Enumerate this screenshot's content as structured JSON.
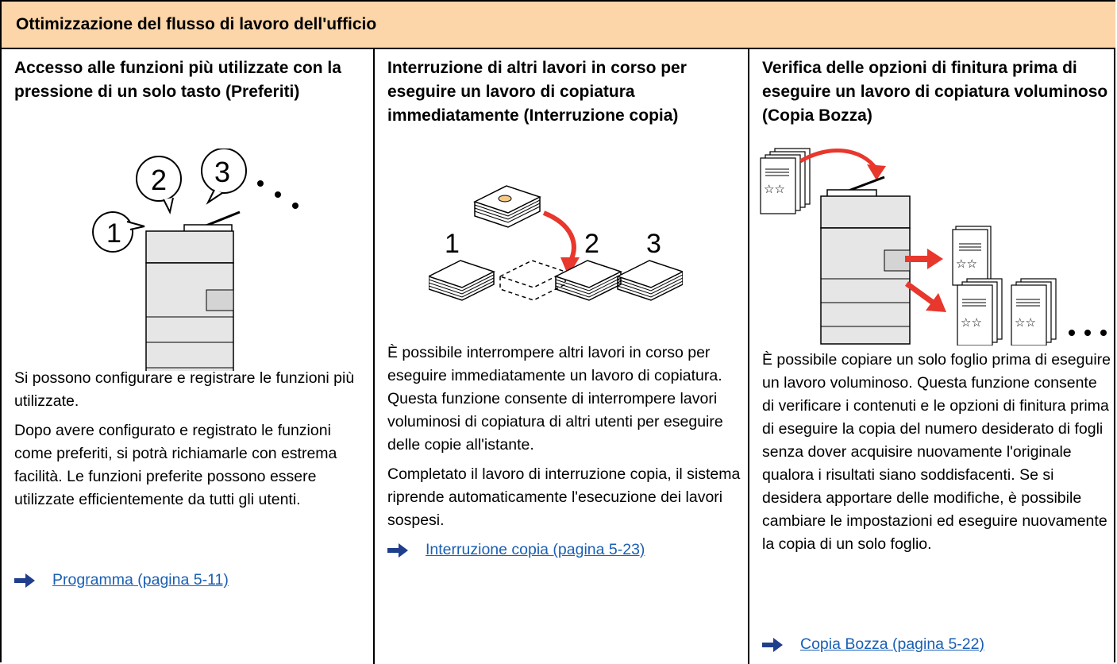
{
  "header": {
    "title": "Ottimizzazione del flusso di lavoro dell'ufficio"
  },
  "columns": [
    {
      "title": "Accesso alle funzioni più utilizzate con la pressione di un solo tasto (Preferiti)",
      "illustration": {
        "numbers": [
          "1",
          "2",
          "3"
        ],
        "icon": "mfp-printer-with-numbered-speech-bubbles"
      },
      "paragraphs": [
        "Si possono configurare e registrare le funzioni più utilizzate.",
        "Dopo avere configurato e registrato le funzioni come preferiti, si potrà richiamarle con estrema facilità. Le funzioni preferite possono essere utilizzate efficientemente da tutti gli utenti."
      ],
      "link": "Programma (pagina 5-11)"
    },
    {
      "title": "Interruzione di altri lavori in corso per eseguire un lavoro di copiatura immediatamente (Interruzione copia)",
      "illustration": {
        "numbers": [
          "1",
          "2",
          "3"
        ],
        "icon": "paper-stacks-interrupt"
      },
      "paragraphs": [
        "È possibile interrompere altri lavori in corso per eseguire immediatamente un lavoro di copiatura. Questa funzione consente di interrompere lavori voluminosi di copiatura di altri utenti per eseguire delle copie all'istante.",
        "Completato il lavoro di interruzione copia, il sistema riprende automaticamente l'esecuzione dei lavori sospesi."
      ],
      "link": "Interruzione copia (pagina 5-23)"
    },
    {
      "title": "Verifica delle opzioni di finitura prima di eseguire un lavoro di copiatura voluminoso (Copia Bozza)",
      "illustration": {
        "icon": "mfp-proof-copy"
      },
      "paragraphs": [
        "È possibile copiare un solo foglio prima di eseguire un lavoro voluminoso. Questa funzione consente di verificare i contenuti e le opzioni di finitura prima di eseguire la copia del numero desiderato di fogli senza dover acquisire nuovamente l'originale qualora i risultati siano soddisfacenti. Se si desidera apportare delle modifiche, è possibile cambiare le impostazioni ed eseguire nuovamente la copia di un solo foglio."
      ],
      "link": "Copia Bozza (pagina 5-22)"
    }
  ],
  "colors": {
    "header_bg": "#fcd5a8",
    "link": "#1a5fb4",
    "arrow_red": "#e8372c",
    "accent_tan": "#f4c98a"
  }
}
